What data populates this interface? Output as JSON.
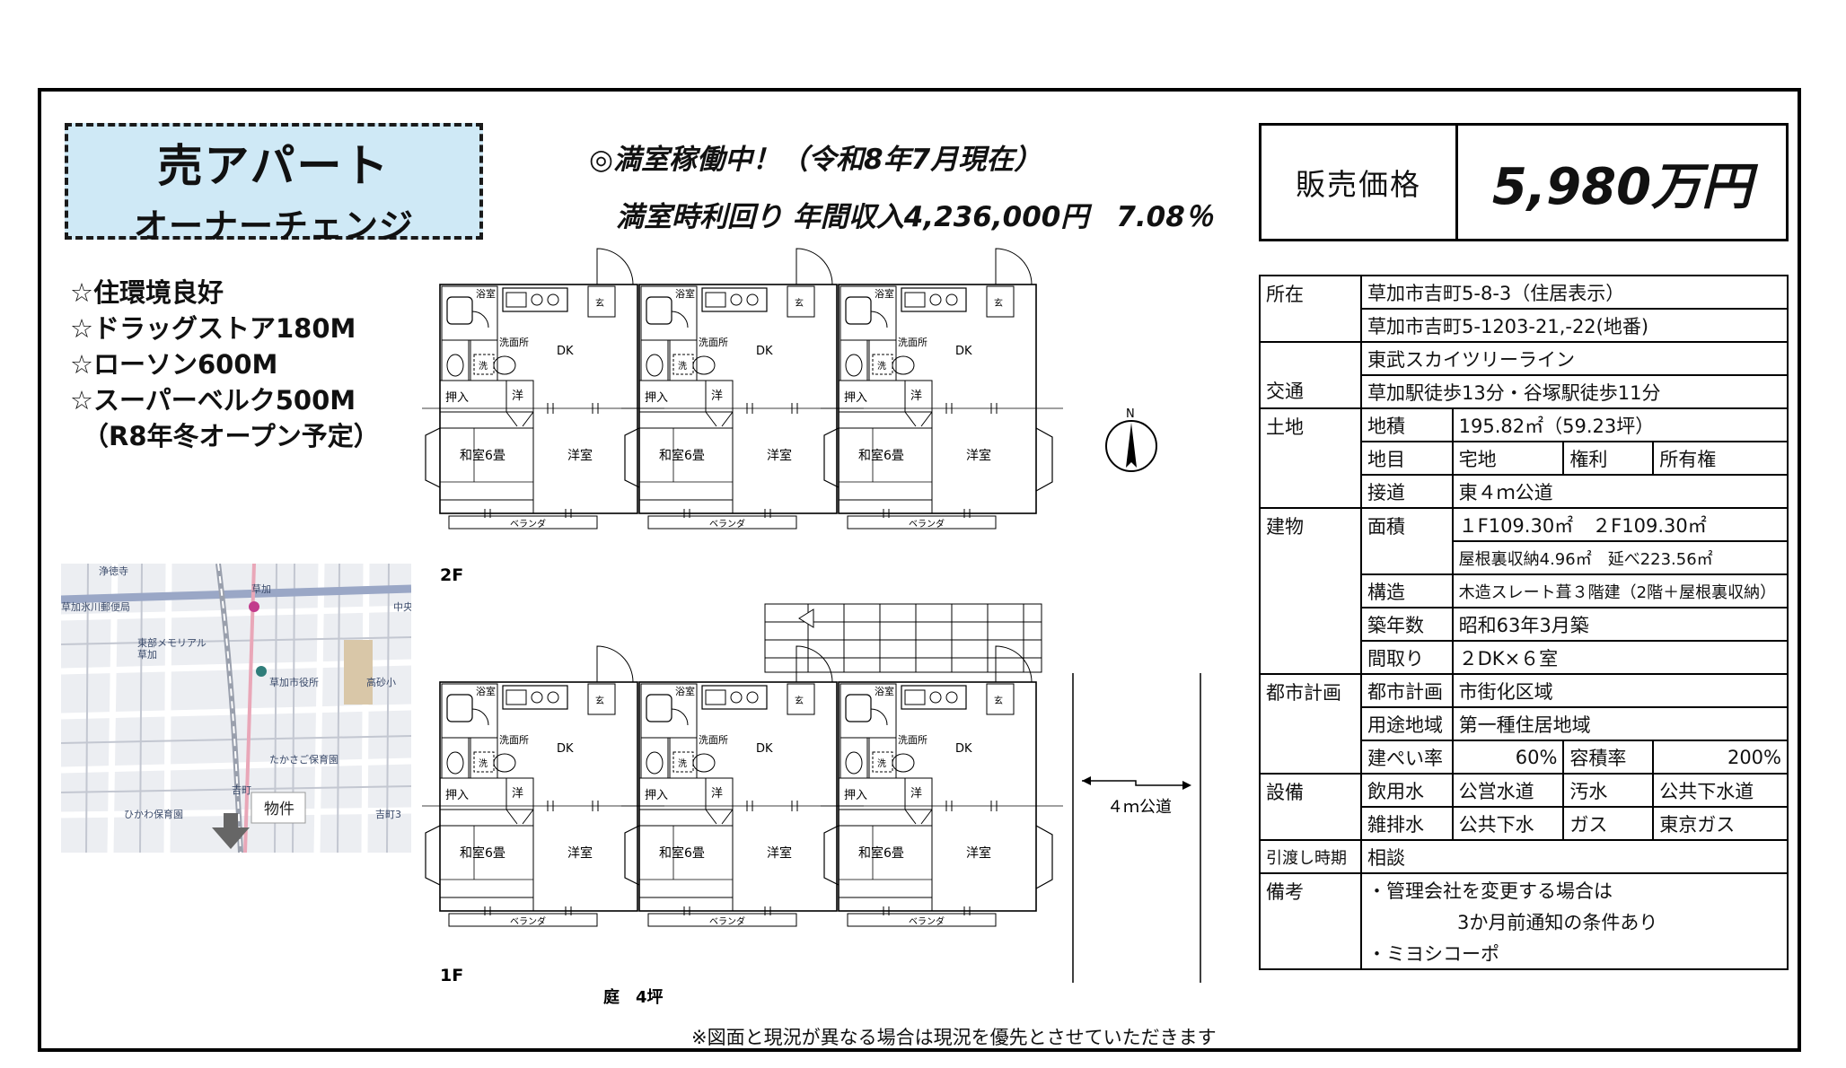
{
  "title": {
    "main": "売アパート",
    "sub": "オーナーチェンジ"
  },
  "headline": {
    "line1": "◎満室稼働中！（令和8年7月現在）",
    "line2": "満室時利回り 年間収入4,236,000円　7.08％"
  },
  "features": [
    "☆住環境良好",
    "☆ドラッグストア180M",
    "☆ローソン600M",
    "☆スーパーベルク500M",
    "（R8年冬オープン予定）"
  ],
  "price": {
    "label": "販売価格",
    "value": "5,980万円"
  },
  "floorplan": {
    "floor2_label": "2F",
    "floor1_label": "1F",
    "rooms": {
      "bath": "浴室",
      "entry": "玄",
      "washroom": "洗面所",
      "washer": "洗",
      "dk": "DK",
      "closet": "押入",
      "western_small": "洋",
      "washitsu": "和室6畳",
      "western": "洋室",
      "veranda": "ベランダ"
    },
    "north": "N",
    "road": "４ｍ公道",
    "garden": "庭　4坪"
  },
  "map": {
    "property_label": "物件",
    "labels": [
      "浄徳寺",
      "草加",
      "草加氷川郵便局",
      "東部メモリアル",
      "草加",
      "草加市役所",
      "高砂小",
      "たかさご保育園",
      "ひかわ保育園",
      "吉町",
      "吉町3",
      "中央"
    ]
  },
  "info": {
    "location": {
      "head": "所在",
      "line1": "草加市吉町5-8-3（住居表示）",
      "line2": "草加市吉町5-1203-21,-22(地番)"
    },
    "transport": {
      "head": "交通",
      "line1": "東武スカイツリーライン",
      "line2": "草加駅徒歩13分・谷塚駅徒歩11分"
    },
    "land": {
      "head": "土地",
      "area_label": "地積",
      "area": "195.82㎡（59.23坪）",
      "category_label": "地目",
      "category": "宅地",
      "right_label": "権利",
      "right": "所有権",
      "road_label": "接道",
      "road": "東４ｍ公道"
    },
    "building": {
      "head": "建物",
      "floor_area_label": "面積",
      "floor_area": "１F109.30㎡　２F109.30㎡",
      "floor_area2": "屋根裏収納4.96㎡　延べ223.56㎡",
      "structure_label": "構造",
      "structure": "木造スレート葺３階建（2階＋屋根裏収納）",
      "age_label": "築年数",
      "age": "昭和63年3月築",
      "layout_label": "間取り",
      "layout": "２DK×６室"
    },
    "planning": {
      "head": "都市計画",
      "zone_label": "都市計画",
      "zone": "市街化区域",
      "use_label": "用途地域",
      "use": "第一種住居地域",
      "bcr_label": "建ぺい率",
      "bcr": "60%",
      "far_label": "容積率",
      "far": "200%"
    },
    "facilities": {
      "head": "設備",
      "water_label": "飲用水",
      "water": "公営水道",
      "sewage_label": "汚水",
      "sewage": "公共下水道",
      "drain_label": "雑排水",
      "drain": "公共下水",
      "gas_label": "ガス",
      "gas": "東京ガス"
    },
    "handover": {
      "head": "引渡し時期",
      "value": "相談"
    },
    "remarks": {
      "head": "備考",
      "line1": "・管理会社を変更する場合は",
      "line2": "3か月前通知の条件あり",
      "line3": "・ミヨシコーポ"
    }
  },
  "footnote": "※図面と現況が異なる場合は現況を優先とさせていただきます",
  "colors": {
    "title_bg": "#cfe9f6",
    "map_bg": "#eceef2"
  }
}
